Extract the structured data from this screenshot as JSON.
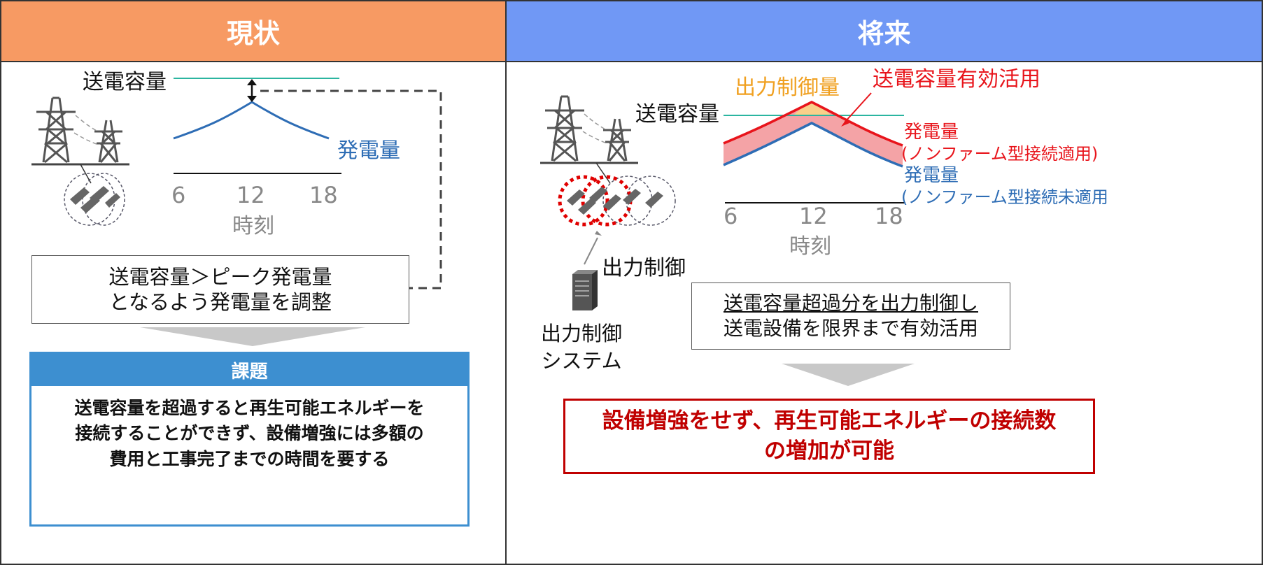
{
  "left": {
    "header": "現状",
    "header_color": "#F79A63",
    "capacity_label": "送電容量",
    "generation_label": "発電量",
    "ticks": [
      "6",
      "12",
      "18"
    ],
    "time_label": "時刻",
    "condition_lines": [
      "送電容量＞ピーク発電量",
      "となるよう発電量を調整"
    ],
    "issue_title": "課題",
    "issue_lines": [
      "送電容量を超過すると再生可能エネルギーを",
      "接続することができず、設備増強には多額の",
      "費用と工事完了までの時間を要する"
    ]
  },
  "right": {
    "header": "将来",
    "header_color": "#7098F5",
    "control_amount_label": "出力制御量",
    "effective_use_label": "送電容量有効活用",
    "capacity_label": "送電容量",
    "gen_nonfirm": "発電量",
    "gen_nonfirm_note": "(ノンファーム型接続適用)",
    "gen_normal": "発電量",
    "gen_normal_note": "(ノンファーム型接続未適用",
    "ticks": [
      "6",
      "12",
      "18"
    ],
    "time_label": "時刻",
    "output_control_label": "出力制御",
    "system_lines": [
      "出力制御",
      "システム"
    ],
    "statement_lines": [
      "送電容量超過分を出力制御し",
      "送電設備を限界まで有効活用"
    ],
    "result_lines": [
      "設備増強をせず、再生可能エネルギーの接続数",
      "の増加が可能"
    ]
  },
  "colors": {
    "capacity_line": "#2BB5A0",
    "curve_blue": "#2E6DB5",
    "curve_red": "#E8141B",
    "band_fill": "#F4A3A6",
    "excess_fill": "#F9D08A",
    "label_orange": "#F0A020",
    "label_red": "#E8141B",
    "result_red": "#C00000",
    "issue_bar": "#3D8FD0"
  },
  "icons": [
    "transmission-tower-icon",
    "solar-panel-icon",
    "server-icon",
    "arrow-icon"
  ]
}
